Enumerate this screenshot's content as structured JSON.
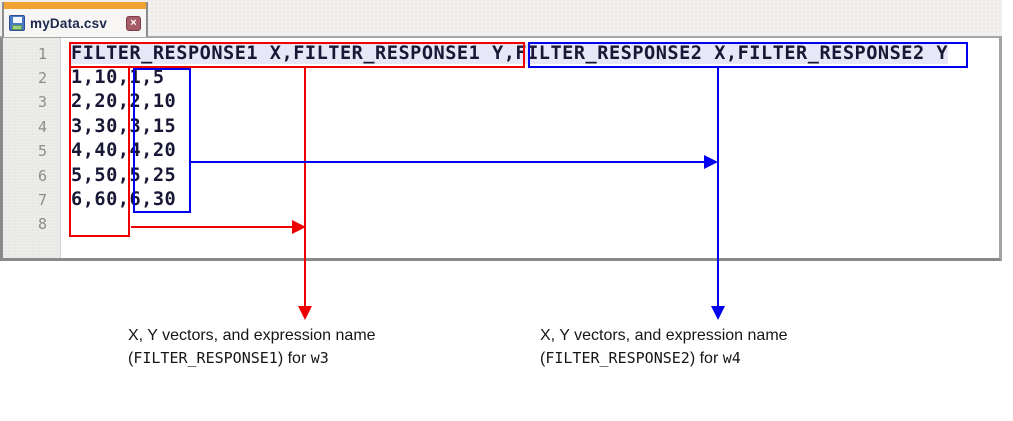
{
  "tab": {
    "title": "myData.csv",
    "close_glyph": "×"
  },
  "editor": {
    "line_numbers": [
      "1",
      "2",
      "3",
      "4",
      "5",
      "6",
      "7",
      "8"
    ],
    "lines": [
      "FILTER_RESPONSE1 X,FILTER_RESPONSE1 Y,FILTER_RESPONSE2 X,FILTER_RESPONSE2 Y",
      "1,10,1,5",
      "2,20,2,10",
      "3,30,3,15",
      "4,40,4,20",
      "5,50,5,25",
      "6,60,6,30",
      ""
    ]
  },
  "colors": {
    "annotation_red": "#ee0000",
    "annotation_blue": "#0000ee",
    "tab_accent_orange": "#f0a232",
    "header_highlight": "#e7e7f8"
  },
  "captions": {
    "left": {
      "line1": "X, Y vectors, and expression name",
      "open": "(",
      "expr": "FILTER_RESPONSE1",
      "close": ") for ",
      "target": "w3"
    },
    "right": {
      "line1": "X, Y vectors, and expression name",
      "open": "(",
      "expr": "FILTER_RESPONSE2",
      "close": ") for ",
      "target": "w4"
    }
  }
}
